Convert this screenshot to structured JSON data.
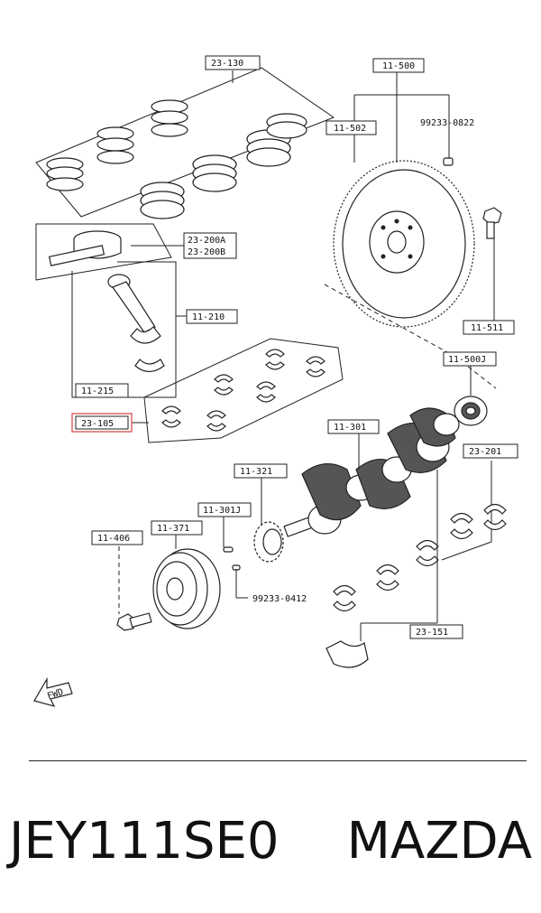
{
  "labels": {
    "l_23_130": "23-130",
    "l_11_500": "11-500",
    "l_11_502": "11-502",
    "l_99233_0822": "99233-0822",
    "l_23_200A": "23-200A",
    "l_23_200B": "23-200B",
    "l_11_210": "11-210",
    "l_11_511": "11-511",
    "l_11_500J": "11-500J",
    "l_11_215": "11-215",
    "l_23_105": "23-105",
    "l_11_301": "11-301",
    "l_23_201": "23-201",
    "l_11_321": "11-321",
    "l_11_301J": "11-301J",
    "l_11_406": "11-406",
    "l_11_371": "11-371",
    "l_99233_0412": "99233-0412",
    "l_23_151": "23-151",
    "fwd": "FWD"
  },
  "highlight_color": "#e06666",
  "caption": {
    "part_number": "JEY111SE0",
    "brand": "MAZDA"
  }
}
